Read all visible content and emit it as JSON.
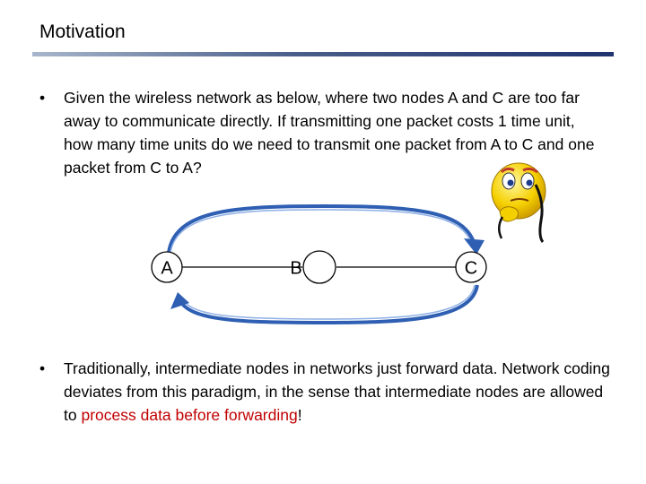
{
  "slide": {
    "title": "Motivation",
    "bullet_glyph": "•",
    "bullet1": "Given the wireless network as below, where two nodes A and C are too far away to communicate directly. If transmitting one packet costs 1 time unit, how many time units do we need to transmit one packet from A to C and one packet from C to A?",
    "bullet2_before": "Traditionally, intermediate nodes in networks just forward data. Network coding deviates from this paradigm, in the sense that intermediate nodes are allowed to ",
    "bullet2_highlight": "process data before forwarding",
    "bullet2_after": "!"
  },
  "diagram": {
    "nodes": [
      {
        "id": "A",
        "label": "A"
      },
      {
        "id": "B",
        "label": "B"
      },
      {
        "id": "C",
        "label": "C"
      }
    ],
    "links": [
      [
        "A",
        "B"
      ],
      [
        "B",
        "C"
      ]
    ],
    "arrows": [
      {
        "from": "A",
        "to": "C",
        "style": "curved-top"
      },
      {
        "from": "C",
        "to": "A",
        "style": "curved-bottom"
      }
    ],
    "arrow_color": "#2f5fb3"
  },
  "decoration": {
    "icon": "thinking-face-icon"
  }
}
